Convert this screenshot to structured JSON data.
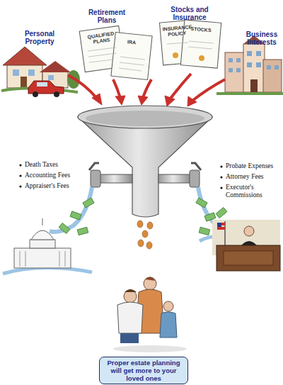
{
  "diagram": {
    "nodes": [
      {
        "text": [
          "Proper estate planning will get more to your loved ones"
        ]
      }
    ],
    "labels": [
      "Personal Property",
      "Retirement Plans",
      "Stocks and Insurance",
      "Business Interests",
      "QUALIFIED PLANS",
      "IRA",
      "INSURANCE POLICY",
      "STOCKS",
      "Death Taxes",
      "Accounting Fees",
      "Appraiser's Fees",
      "Probate Expenses",
      "Attorney Fees",
      "Executor's Commissions"
    ]
  }
}
